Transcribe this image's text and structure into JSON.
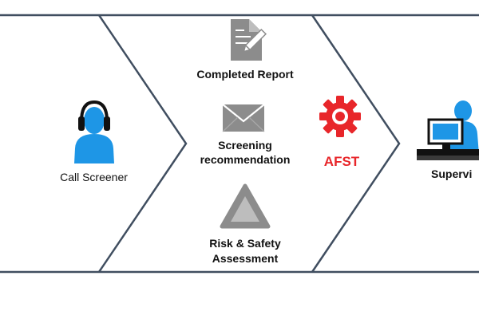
{
  "diagram": {
    "stages": [
      {
        "id": "call-screener",
        "label": "Call Screener",
        "icon": "headset-person-icon"
      },
      {
        "id": "screening-outputs",
        "items": [
          {
            "label": "Completed Report",
            "icon": "document-pen-icon"
          },
          {
            "label_lines": [
              "Screening",
              "recommendation"
            ],
            "icon": "envelope-icon"
          },
          {
            "label_lines": [
              "Risk & Safety",
              "Assessment"
            ],
            "icon": "warning-triangle-icon"
          }
        ]
      },
      {
        "id": "afst",
        "label": "AFST",
        "icon": "gear-icon",
        "color": "#e8262a"
      },
      {
        "id": "supervisor",
        "label": "Supervi",
        "icon": "person-at-computer-icon"
      }
    ],
    "colors": {
      "outline": "#404e60",
      "person_blue": "#1e96e6",
      "icon_gray": "#8c8c8c",
      "afst_red": "#e8262a"
    }
  }
}
